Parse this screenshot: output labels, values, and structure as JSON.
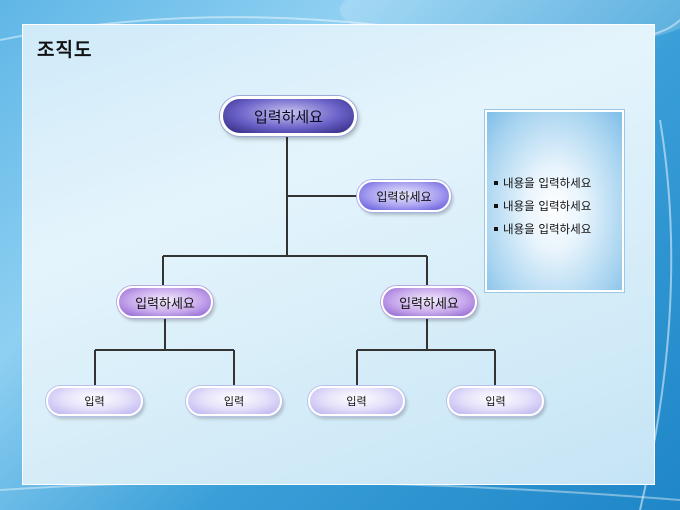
{
  "slide": {
    "title": "조직도"
  },
  "org_chart": {
    "top": {
      "label": "입력하세요"
    },
    "side": {
      "label": "입력하세요"
    },
    "mid_left": {
      "label": "입력하세요"
    },
    "mid_right": {
      "label": "입력하세요"
    },
    "leaves": [
      {
        "label": "입력"
      },
      {
        "label": "입력"
      },
      {
        "label": "입력"
      },
      {
        "label": "입력"
      }
    ]
  },
  "info_box": {
    "items": [
      "내용을 입력하세요",
      "내용을 입력하세요",
      "내용을 입력하세요"
    ]
  },
  "colors": {
    "background": "#3a9fd8",
    "panel": "#d4ecf8",
    "connector": "#333333",
    "top_node": "#2a2478",
    "mid_node": "#c8a8ec",
    "leaf_node": "#e4e0fa"
  }
}
